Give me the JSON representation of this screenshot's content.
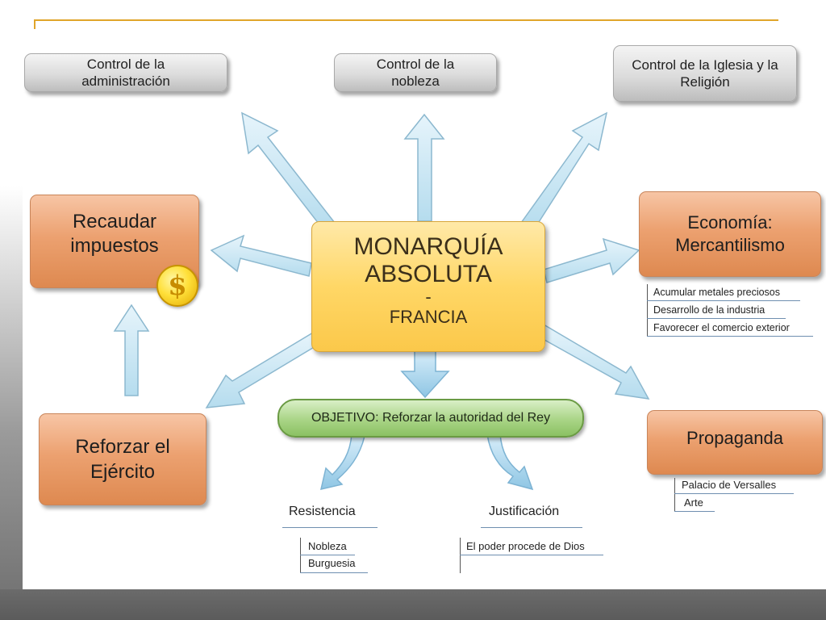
{
  "title_box": {
    "line1": "MONARQUÍA",
    "line2": "ABSOLUTA",
    "line3": "-",
    "line4": "FRANCIA"
  },
  "top_boxes": {
    "administracion": "Control de la administración",
    "nobleza": "Control de la nobleza",
    "iglesia": "Control de la Iglesia y la Religión"
  },
  "left_boxes": {
    "recaudar": "Recaudar impuestos",
    "ejercito": "Reforzar el Ejército"
  },
  "right_boxes": {
    "economia_line1": "Economía:",
    "economia_line2": "Mercantilismo",
    "propaganda": "Propaganda"
  },
  "economia_items": [
    "Acumular metales preciosos",
    "Desarrollo de la industria",
    "Favorecer el comercio exterior"
  ],
  "propaganda_items": [
    "Palacio de Versalles",
    "Arte"
  ],
  "objetivo": "OBJETIVO: Reforzar la autoridad del Rey",
  "resistencia": {
    "title": "Resistencia",
    "items": [
      "Nobleza",
      "Burguesia"
    ]
  },
  "justificacion": {
    "title": "Justificación",
    "items": [
      "El poder procede de Dios"
    ]
  },
  "icons": {
    "coin": "dollar-coin-icon",
    "coin_symbol": "$"
  },
  "colors": {
    "accent_rule": "#e0a52a",
    "orange_box": "#eca170",
    "center_box": "#ffd766",
    "objetivo_pill": "#a9d486",
    "arrow": "#bfe0f0"
  }
}
